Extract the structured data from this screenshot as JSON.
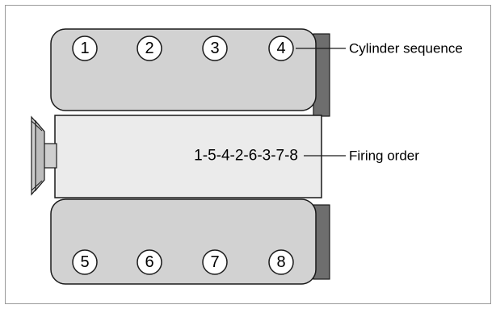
{
  "diagram": {
    "cylinders_top": [
      "1",
      "2",
      "3",
      "4"
    ],
    "cylinders_bottom": [
      "5",
      "6",
      "7",
      "8"
    ],
    "firing_order": "1-5-4-2-6-3-7-8",
    "labels": {
      "cylinder_sequence": "Cylinder sequence",
      "firing_order": "Firing order"
    },
    "colors": {
      "bank_fill": "#d2d2d2",
      "shadow": "#6e6e6e",
      "block_fill": "#ebebeb",
      "outline": "#1a1a1a"
    }
  }
}
